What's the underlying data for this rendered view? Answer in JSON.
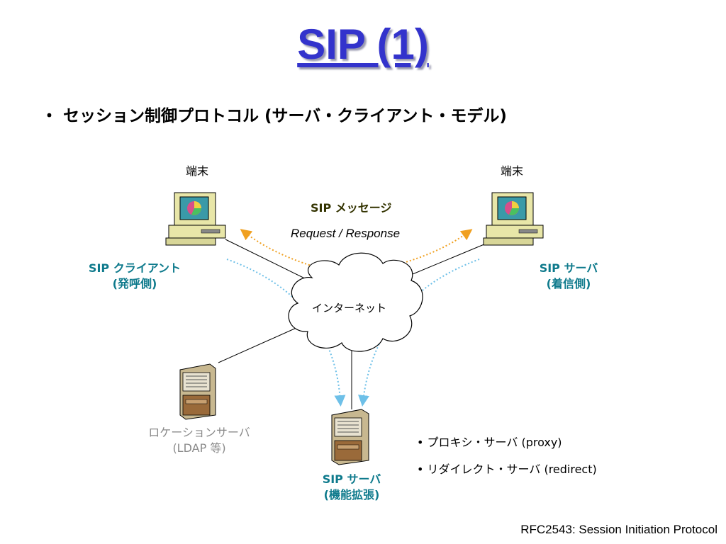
{
  "title": "SIP (1)",
  "bullet": "・ セッション制御プロトコル (サーバ・クライアント・モデル)",
  "terminal_left": "端末",
  "terminal_right": "端末",
  "sip_message": "SIP メッセージ",
  "request_response": "Request / Response",
  "client_label": [
    "SIP クライアント",
    "(発呼側)"
  ],
  "server_right_label": [
    "SIP サーバ",
    "(着信側)"
  ],
  "internet": "インターネット",
  "location_label": [
    "ロケーションサーバ",
    "(LDAP 等)"
  ],
  "sip_server_label": [
    "SIP サーバ",
    "(機能拡張)"
  ],
  "server_types": [
    "• プロキシ・サーバ (proxy)",
    "• リダイレクト・サーバ (redirect)"
  ],
  "footer": "RFC2543: Session Initiation Protocol",
  "colors": {
    "title": "#3333cc",
    "label_blue": "#0e7a8c",
    "orange_arrow": "#f0a020",
    "blue_arrow": "#6ec0e8"
  }
}
